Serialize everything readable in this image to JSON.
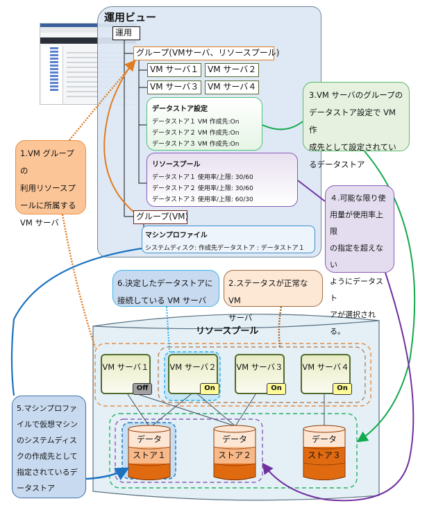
{
  "operation_view": {
    "title": "運用ビュー",
    "root_node": "運用",
    "group_vm_server": "グループ(VMサーバ、リソースプール)",
    "vm_servers": [
      "VM サーバ１",
      "VM サーバ２",
      "VM サーバ３",
      "VM サーバ４"
    ],
    "datastore_settings": {
      "title": "データストア設定",
      "rows": [
        "データストア１  VM 作成先:On",
        "データストア２  VM 作成先:On",
        "データストア３  VM 作成先:On"
      ]
    },
    "resource_pool": {
      "title": "リソースプール",
      "rows": [
        "データストア１  使用率/上限:  30/60",
        "データストア２  使用率/上限:  30/60",
        "データストア３  使用率/上限:  60/30"
      ]
    },
    "group_vm": "グループ(VM)",
    "machine_profile": {
      "title": "マシンプロファイル",
      "row": "システムディスク: 作成先データストア : データストア１"
    }
  },
  "callouts": {
    "c1": [
      "1.VM グループの",
      "利用リソースプ",
      "ールに所属する",
      "VM サーバ"
    ],
    "c2": [
      "2.ステータスが正常な VM",
      "サーバ"
    ],
    "c3": [
      "3.VM サーバのグループの",
      "データストア設定で VM 作",
      "成先として設定されてい",
      "るデータストア"
    ],
    "c4": [
      "４.可能な限り使",
      "用量が使用率上限",
      "の指定を超えない",
      "ようにデータスト",
      "アが選択される。"
    ],
    "c5": [
      "5.マシンプロファ",
      "イルで仮想マシン",
      "のシステムディス",
      "クの作成先として",
      "指定されているデ",
      "ータストア"
    ],
    "c6": [
      "6.決定したデータストアに",
      "接続している VM サーバ"
    ]
  },
  "pool": {
    "title": "リソースプール",
    "servers": [
      {
        "name": "VM サーバ１",
        "status": "Off"
      },
      {
        "name": "VM サーバ２",
        "status": "On"
      },
      {
        "name": "VM サーバ３",
        "status": "On"
      },
      {
        "name": "VM サーバ４",
        "status": "On"
      }
    ],
    "datastores": [
      {
        "top": "データ",
        "bottom": "ストア１"
      },
      {
        "top": "データ",
        "bottom": "ストア２"
      },
      {
        "top": "データ",
        "bottom": "ストア３"
      }
    ]
  },
  "colors": {
    "orange": "#e07b20",
    "green": "#12a84c",
    "purple": "#7030a0",
    "blue": "#1b72c0",
    "cyan": "#2ab0e8"
  }
}
